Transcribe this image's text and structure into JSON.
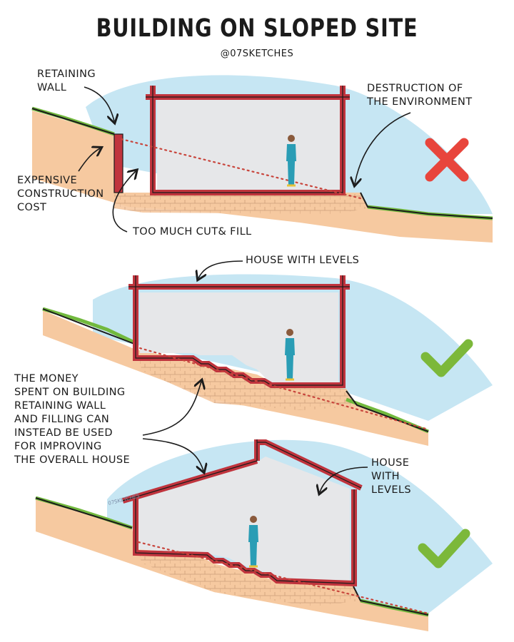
{
  "title": "BUILDING ON SLOPED SITE",
  "handle": "@07SKETCHES",
  "watermark": "07SKETCHES",
  "colors": {
    "wall": "#c0343d",
    "ground": "#f6c9a0",
    "grass": "#72b93e",
    "sky": "#c6e6f3",
    "interior": "#e6e7e9",
    "cross": "#e8453c",
    "check": "#7cb83a",
    "person_top": "#2a9db5",
    "cut_line": "#c8453c"
  },
  "diagrams": [
    {
      "verdict": "cross",
      "labels": {
        "retaining_wall": "RETAINING\nWALL",
        "expensive_cost": "EXPENSIVE\nCONSTRUCTION\nCOST",
        "cut_fill": "TOO MUCH CUT& FILL",
        "destruction": "DESTRUCTION OF\nTHE ENVIRONMENT"
      }
    },
    {
      "verdict": "check",
      "labels": {
        "house_levels": "HOUSE WITH LEVELS",
        "money_note": "THE MONEY\nSPENT ON BUILDING\nRETAINING WALL\nAND FILLING CAN\nINSTEAD BE USED\nFOR IMPROVING\nTHE OVERALL HOUSE"
      }
    },
    {
      "verdict": "check",
      "labels": {
        "house_levels": "HOUSE\nWITH\nLEVELS"
      }
    }
  ]
}
